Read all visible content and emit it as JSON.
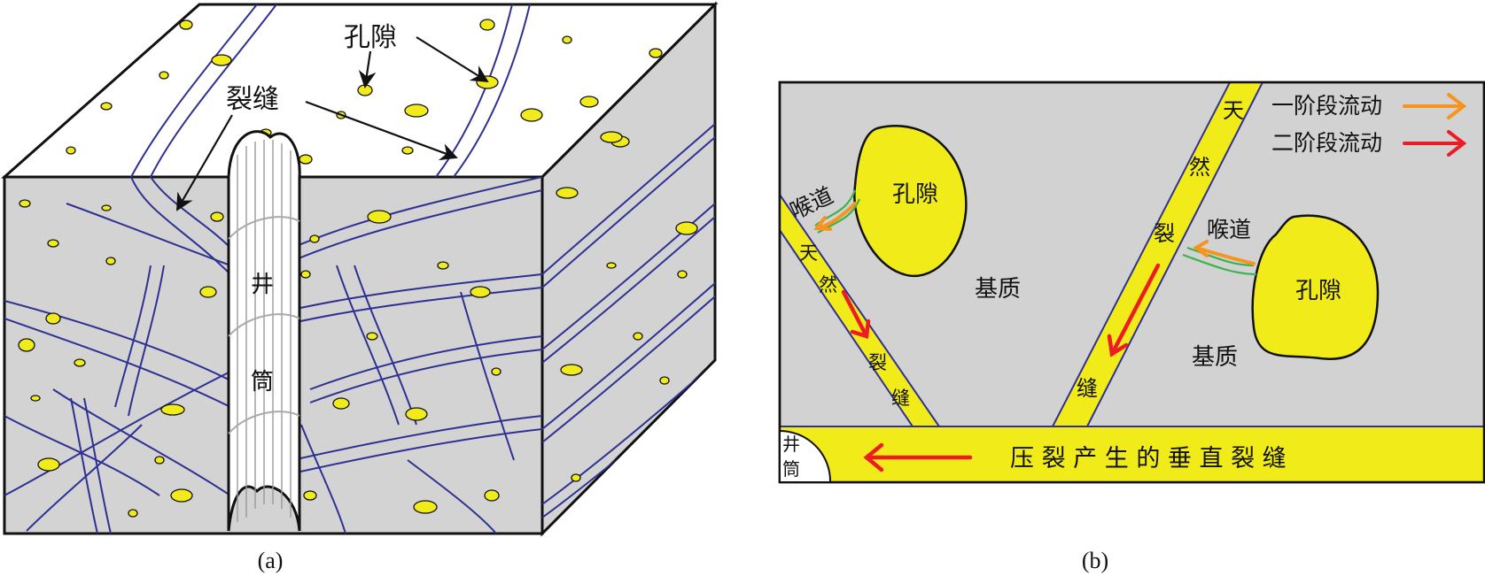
{
  "panel_a": {
    "caption": "(a)",
    "labels": {
      "pore": "孔隙",
      "fracture": "裂缝",
      "wellbore_1": "井",
      "wellbore_2": "筒"
    }
  },
  "panel_b": {
    "caption": "(b)",
    "legend": [
      {
        "label": "一阶段流动",
        "color": "#f7931e"
      },
      {
        "label": "二阶段流动",
        "color": "#ed1c24"
      }
    ],
    "pore_left": "孔隙",
    "pore_right": "孔隙",
    "throat_left": "喉道",
    "throat_right": "喉道",
    "matrix_left": "基质",
    "matrix_right": "基质",
    "natural_fracture_left": [
      "天",
      "然",
      "裂",
      "缝"
    ],
    "natural_fracture_right": [
      "天",
      "然",
      "裂",
      "缝"
    ],
    "hydraulic_fracture": "压 裂 产 生 的 垂 直 裂 缝",
    "wellbore": [
      "井",
      "筒"
    ]
  },
  "colors": {
    "fracture_line": "#2e3192",
    "yellow": "#f0eb19",
    "gray": "#d2d2d2",
    "orange": "#f7931e",
    "red": "#ed1c24",
    "green": "#39b54a"
  }
}
